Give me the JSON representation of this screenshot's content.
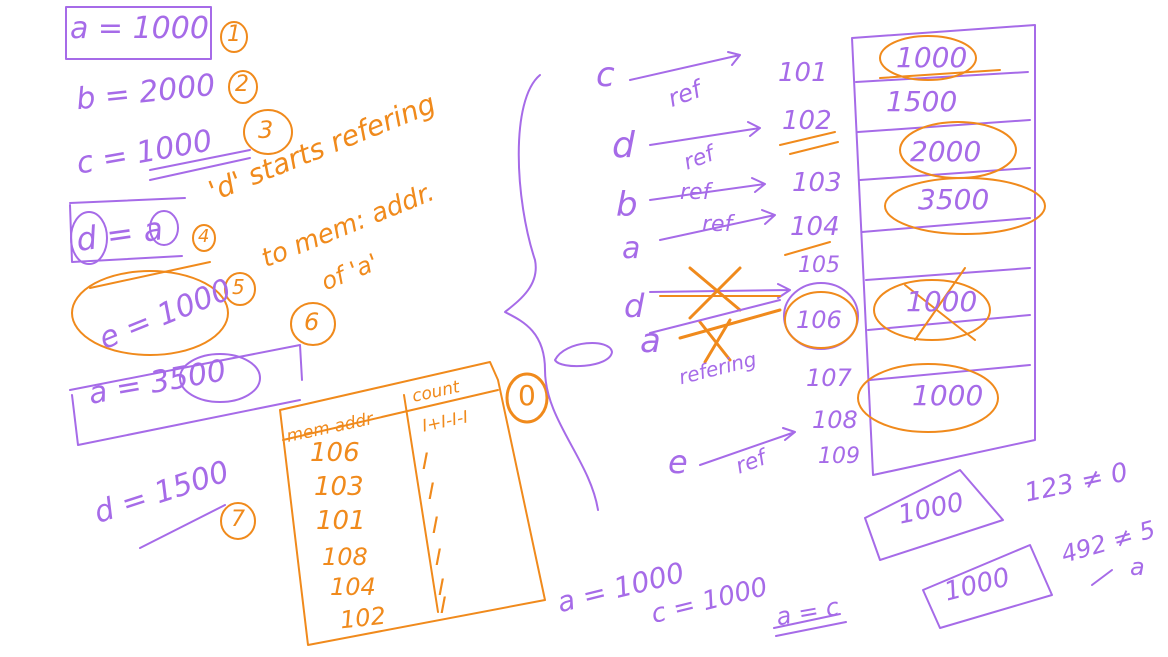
{
  "colors": {
    "ink_purple": "#a66be8",
    "ink_orange": "#f08a1c",
    "background": "#ffffff"
  },
  "left_notes": {
    "assignments": [
      {
        "text": "a = 1000",
        "step": "1"
      },
      {
        "text": "b = 2000",
        "step": "2"
      },
      {
        "text": "c = 1000",
        "step": "3"
      },
      {
        "text": "d = a",
        "step": "4"
      },
      {
        "text": "e = 1000",
        "step": "5"
      },
      {
        "text": "a = 3500",
        "step": "6"
      },
      {
        "text": "d = 1500",
        "step": "7"
      }
    ],
    "annotation_line1": "'d' starts refering",
    "annotation_line2": "to mem: addr.",
    "annotation_line3": "of 'a'"
  },
  "ref_table": {
    "header_mem": "mem addr",
    "header_count": "count",
    "count_header_marks": "I+I-I-I",
    "circled_mark": "0",
    "rows": [
      {
        "addr": "106",
        "count": "I"
      },
      {
        "addr": "103",
        "count": "I"
      },
      {
        "addr": "101",
        "count": "I"
      },
      {
        "addr": "108",
        "count": "I"
      },
      {
        "addr": "104",
        "count": "I"
      },
      {
        "addr": "102",
        "count": "I"
      }
    ]
  },
  "memory_diagram": {
    "refs": [
      {
        "var": "c",
        "label": "ref",
        "addr": "101"
      },
      {
        "var": "d",
        "label": "ref",
        "addr": "102"
      },
      {
        "var": "b",
        "label": "ref",
        "addr": "103"
      },
      {
        "var": "a",
        "label": "ref",
        "addr": "104"
      },
      {
        "var": "d",
        "label": "",
        "addr": "105"
      },
      {
        "var": "a",
        "label": "refering",
        "addr": "106"
      },
      {
        "var": "",
        "label": "",
        "addr": "107"
      },
      {
        "var": "e",
        "label": "ref",
        "addr": "108"
      },
      {
        "var": "",
        "label": "",
        "addr": "109"
      }
    ],
    "cells": [
      "1000",
      "1500",
      "2000",
      "3500",
      "1000",
      "1000"
    ]
  },
  "bottom_notes": {
    "a_eq": "a = 1000",
    "c_eq": "c = 1000",
    "a_eq_c": "a = c",
    "box1": "1000",
    "box2": "1000",
    "id1": "123 ≠ 0",
    "id2": "492 ≠ 5",
    "id2_sub": "a"
  }
}
